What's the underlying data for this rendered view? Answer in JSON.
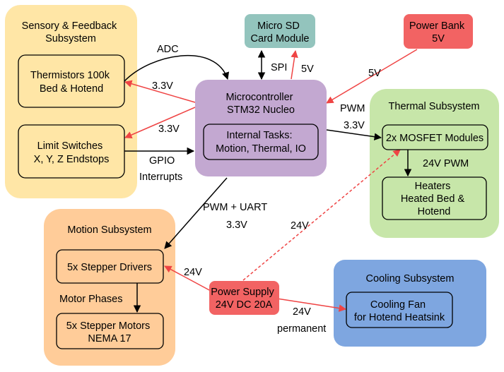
{
  "groups": {
    "sensory": {
      "title": [
        "Sensory & Feedback",
        "Subsystem"
      ],
      "fill": "#ffe6a6"
    },
    "thermal": {
      "title": [
        "Thermal Subsystem"
      ],
      "fill": "#c7e6a9"
    },
    "motion": {
      "title": [
        "Motion Subsystem"
      ],
      "fill": "#ffcc99"
    },
    "cooling": {
      "title": [
        "Cooling Subsystem"
      ],
      "fill": "#7ea6e0"
    }
  },
  "nodes": {
    "thermistors": {
      "lines": [
        "Thermistors 100k",
        "Bed & Hotend"
      ]
    },
    "limit_switches": {
      "lines": [
        "Limit Switches",
        "X, Y, Z Endstops"
      ]
    },
    "micro_sd": {
      "lines": [
        "Micro SD",
        "Card Module"
      ],
      "fill": "#93c4bd"
    },
    "power_bank": {
      "lines": [
        "Power Bank",
        "5V"
      ],
      "fill": "#f26363"
    },
    "mcu": {
      "lines": [
        "Microcontroller",
        "STM32 Nucleo"
      ],
      "fill": "#c3a8d1"
    },
    "internal_tasks": {
      "lines": [
        "Internal Tasks:",
        "Motion, Thermal, IO"
      ]
    },
    "mosfet": {
      "lines": [
        "2x MOSFET Modules"
      ]
    },
    "heaters": {
      "lines": [
        "Heaters",
        "Heated Bed &",
        "Hotend"
      ]
    },
    "stepper_drivers": {
      "lines": [
        "5x Stepper Drivers"
      ]
    },
    "stepper_motors": {
      "lines": [
        "5x Stepper Motors",
        "NEMA 17"
      ]
    },
    "power_supply": {
      "lines": [
        "Power Supply",
        "24V DC 20A"
      ],
      "fill": "#f26363"
    },
    "cooling_fan": {
      "lines": [
        "Cooling Fan",
        "for Hotend Heatsink"
      ]
    }
  },
  "edge_labels": {
    "adc": "ADC",
    "spi": "SPI",
    "sd_5v": "5V",
    "bank_5v": "5V",
    "thermistor_3v3": "3.3V",
    "limit_3v3": "3.3V",
    "pwm_top": "PWM",
    "mosfet_3v3": "3.3V",
    "gpio": "GPIO",
    "interrupts": "Interrupts",
    "pwm_24v": "24V PWM",
    "pwm_uart": "PWM + UART",
    "motion_3v3": "3.3V",
    "psu_mosfet_24v": "24V",
    "motor_phases": "Motor Phases",
    "psu_drivers_24v": "24V",
    "psu_fan_24v": "24V",
    "permanent": "permanent"
  },
  "colors": {
    "control_line": "#000000",
    "power_line": "#ef4444",
    "node_stroke": "#000000"
  }
}
